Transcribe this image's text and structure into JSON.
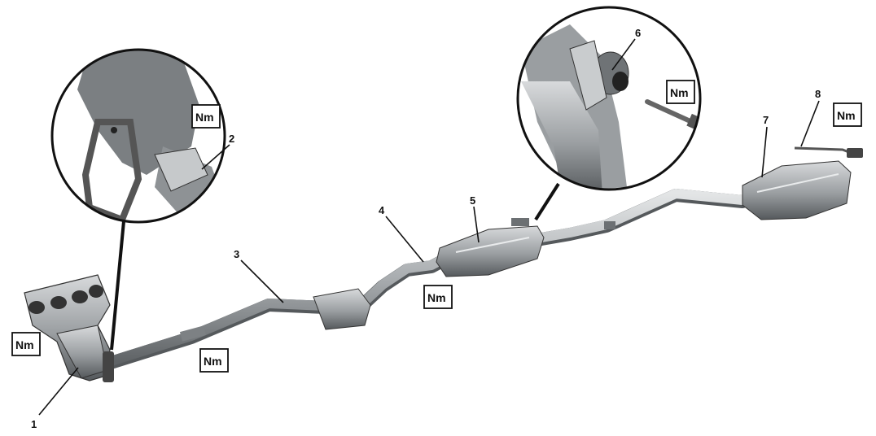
{
  "callouts": [
    "1",
    "2",
    "3",
    "4",
    "5",
    "6",
    "7",
    "8"
  ],
  "torque_label": "Nm",
  "colors": {
    "pipe": "#b9bcbe",
    "pipe_shadow": "#6f7376",
    "detail_bg": "#8a8d90",
    "outline": "#111111"
  },
  "icons": {
    "detail_circle_left": "exhaust-manifold-flange-clamp",
    "detail_circle_right": "muffler-hanger-bolt"
  }
}
